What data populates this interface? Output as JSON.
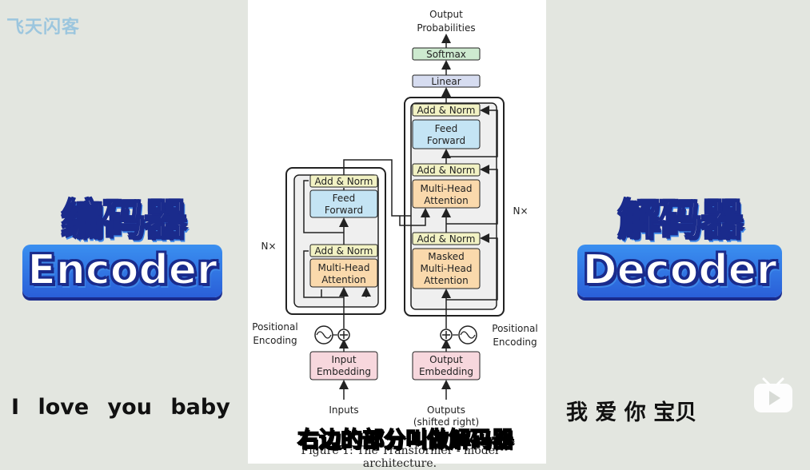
{
  "watermark": "飞天闪客",
  "left": {
    "title_cn": "编码器",
    "title_en": "Encoder",
    "phrase": "I love you baby"
  },
  "right": {
    "title_cn": "解码器",
    "title_en": "Decoder",
    "phrase": "我 爱 你 宝贝"
  },
  "subtitle": "右边的部分叫做解码器",
  "caption": "Figure 1: The Transformer - model architecture.",
  "diagram": {
    "output_probabilities": [
      "Output",
      "Probabilities"
    ],
    "softmax": "Softmax",
    "linear": "Linear",
    "add_norm": "Add & Norm",
    "feed_forward": [
      "Feed",
      "Forward"
    ],
    "multi_head": [
      "Multi-Head",
      "Attention"
    ],
    "masked_multi_head": [
      "Masked",
      "Multi-Head",
      "Attention"
    ],
    "nx": "N×",
    "positional_encoding": [
      "Positional",
      "Encoding"
    ],
    "input_embedding": [
      "Input",
      "Embedding"
    ],
    "output_embedding": [
      "Output",
      "Embedding"
    ],
    "inputs": "Inputs",
    "outputs": [
      "Outputs",
      "(shifted right)"
    ]
  },
  "colors": {
    "add_norm": "#f2f2c4",
    "feed_forward": "#c4e4f4",
    "attention": "#fad9ac",
    "embedding": "#f7d7dd",
    "softmax": "#cdeacf",
    "linear": "#d6dcf0",
    "block_bg": "#efefef"
  }
}
